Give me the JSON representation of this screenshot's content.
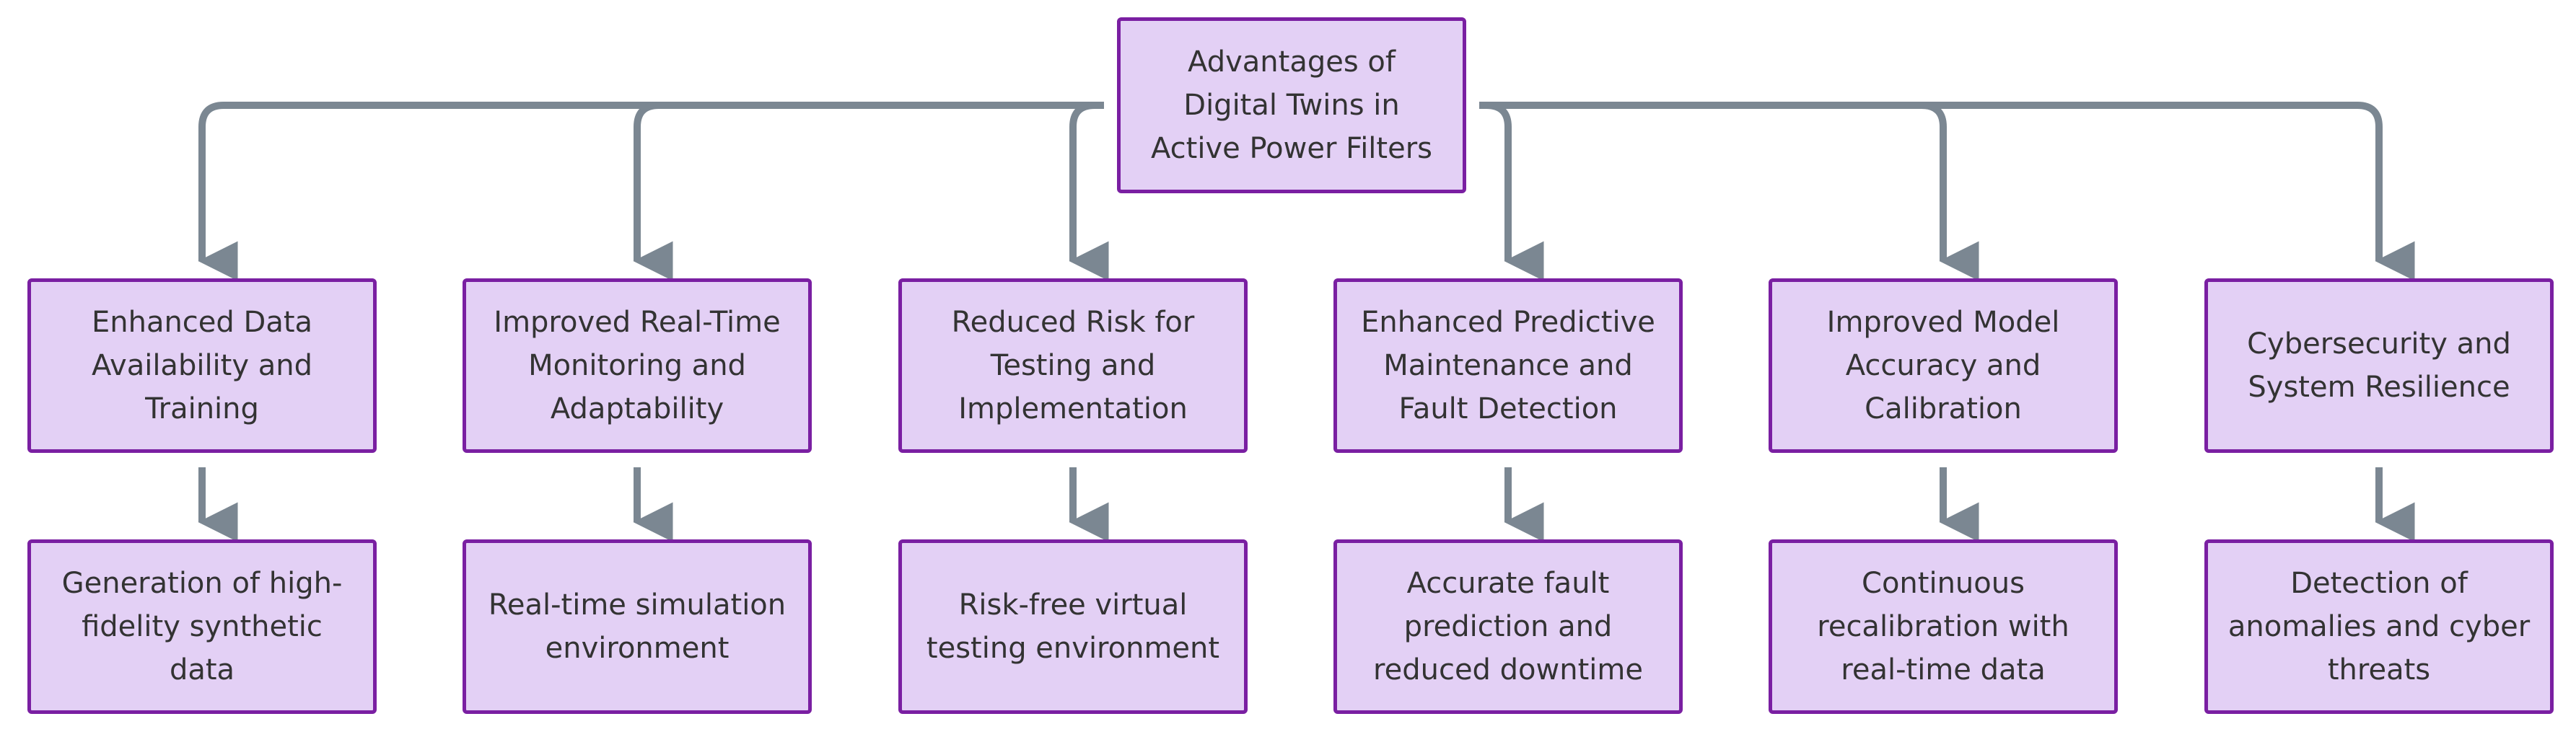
{
  "colors": {
    "node_fill": "#e3d0f5",
    "node_border": "#7a1fa2",
    "edge": "#7b8792",
    "text": "#333333"
  },
  "root": {
    "label": "Advantages of Digital Twins in Active Power Filters"
  },
  "branches": [
    {
      "label": "Enhanced Data Availability and Training",
      "detail": "Generation of high-fidelity synthetic data"
    },
    {
      "label": "Improved Real-Time Monitoring and Adaptability",
      "detail": "Real-time simulation environment"
    },
    {
      "label": "Reduced Risk for Testing and Implementation",
      "detail": "Risk-free virtual testing environment"
    },
    {
      "label": "Enhanced Predictive Maintenance and Fault Detection",
      "detail": "Accurate fault prediction and reduced downtime"
    },
    {
      "label": "Improved Model Accuracy and Calibration",
      "detail": "Continuous recalibration with real-time data"
    },
    {
      "label": "Cybersecurity and System Resilience",
      "detail": "Detection of anomalies and cyber threats"
    }
  ]
}
